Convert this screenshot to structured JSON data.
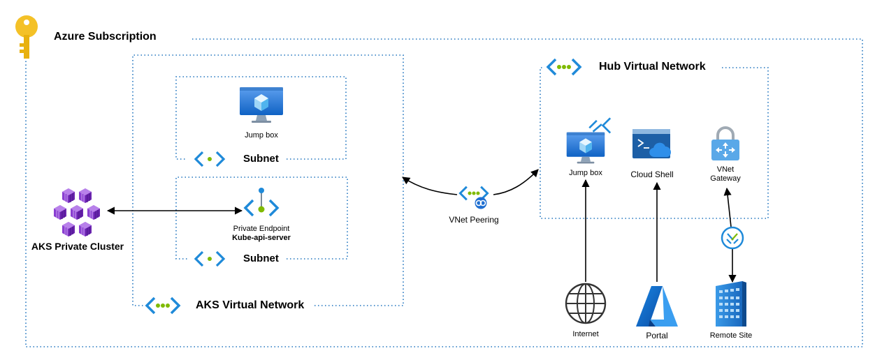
{
  "subscription": {
    "title": "Azure Subscription",
    "icon": "key-icon"
  },
  "aks_vnet": {
    "title": "AKS Virtual Network",
    "icon": "vnet-icon"
  },
  "jump_subnet": {
    "title": "Subnet",
    "icon": "subnet-icon"
  },
  "jump_box_aks": {
    "label": "Jump box",
    "icon": "virtual-machine-icon"
  },
  "pe_subnet": {
    "title": "Subnet",
    "icon": "subnet-icon"
  },
  "private_endpoint": {
    "label": "Private Endpoint",
    "sublabel": "Kube-api-server",
    "icon": "private-endpoint-icon"
  },
  "aks_cluster": {
    "label": "AKS Private Cluster",
    "icon": "aks-cluster-icon"
  },
  "peering": {
    "label": "VNet Peering",
    "icon": "vnet-peering-icon"
  },
  "hub_vnet": {
    "title": "Hub Virtual Network",
    "icon": "vnet-icon"
  },
  "jump_box_hub": {
    "label": "Jump box",
    "icon": "virtual-machine-icon"
  },
  "cloud_shell": {
    "label": "Cloud Shell",
    "icon": "cloud-shell-icon"
  },
  "vnet_gateway": {
    "label_line1": "VNet",
    "label_line2": "Gateway",
    "icon": "vnet-gateway-icon"
  },
  "connection": {
    "icon": "connection-icon"
  },
  "internet": {
    "label": "Internet",
    "icon": "globe-icon"
  },
  "portal": {
    "label": "Portal",
    "icon": "azure-logo-icon"
  },
  "remote_site": {
    "label": "Remote Site",
    "icon": "building-icon"
  },
  "colors": {
    "border": "#1e73be",
    "azure_blue": "#0f78d4",
    "green": "#7fba00",
    "aks_purple": "#7b2fbe",
    "gold": "#f4c127"
  }
}
